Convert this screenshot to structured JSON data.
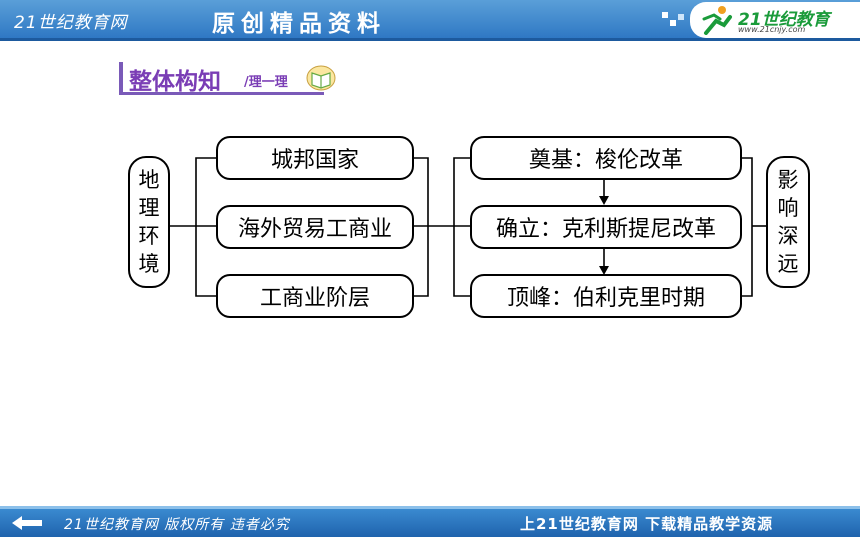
{
  "header": {
    "site_name": "21世纪教育网",
    "slogan": "原创精品资料",
    "logo_text": "21世纪教育",
    "logo_url": "www.21cnjy.com",
    "colors": {
      "banner": "#2f78c4",
      "logo_green": "#1a9b3a"
    }
  },
  "section": {
    "title": "整体构知",
    "subtitle": "/理一理",
    "icon": "book-icon",
    "color": "#7a3db5"
  },
  "diagram": {
    "left_node": [
      "地",
      "理",
      "环",
      "境"
    ],
    "middle_nodes": [
      "城邦国家",
      "海外贸易工商业",
      "工商业阶层"
    ],
    "right_nodes": [
      "奠基：梭伦改革",
      "确立：克利斯提尼改革",
      "顶峰：伯利克里时期"
    ],
    "far_right_node": [
      "影",
      "响",
      "深",
      "远"
    ]
  },
  "footer": {
    "left_text": "21世纪教育网  版权所有  违者必究",
    "right_text": "上21世纪教育网  下载精品教学资源"
  }
}
